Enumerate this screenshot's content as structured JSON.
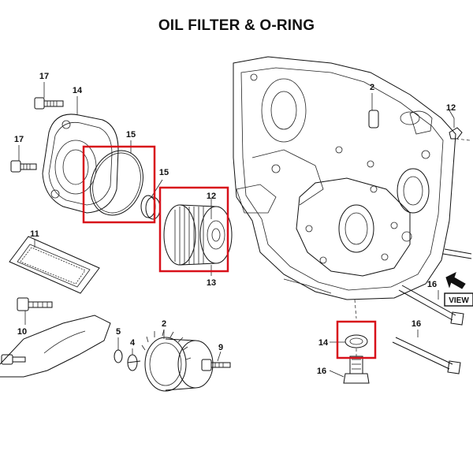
{
  "title": "OIL FILTER & O-RING",
  "highlight_color": "#d8101a",
  "view_label": "VIEW",
  "callouts": {
    "c17a": "17",
    "c14a": "14",
    "c17b": "17",
    "c15a": "15",
    "c15b": "15",
    "c12a": "12",
    "c13": "13",
    "c11": "11",
    "c10": "10",
    "c5": "5",
    "c4": "4",
    "c2a": "2",
    "c9": "9",
    "c2b": "2",
    "c12b": "12",
    "c16a": "16",
    "c16b": "16",
    "c14b": "14",
    "c16c": "16"
  }
}
